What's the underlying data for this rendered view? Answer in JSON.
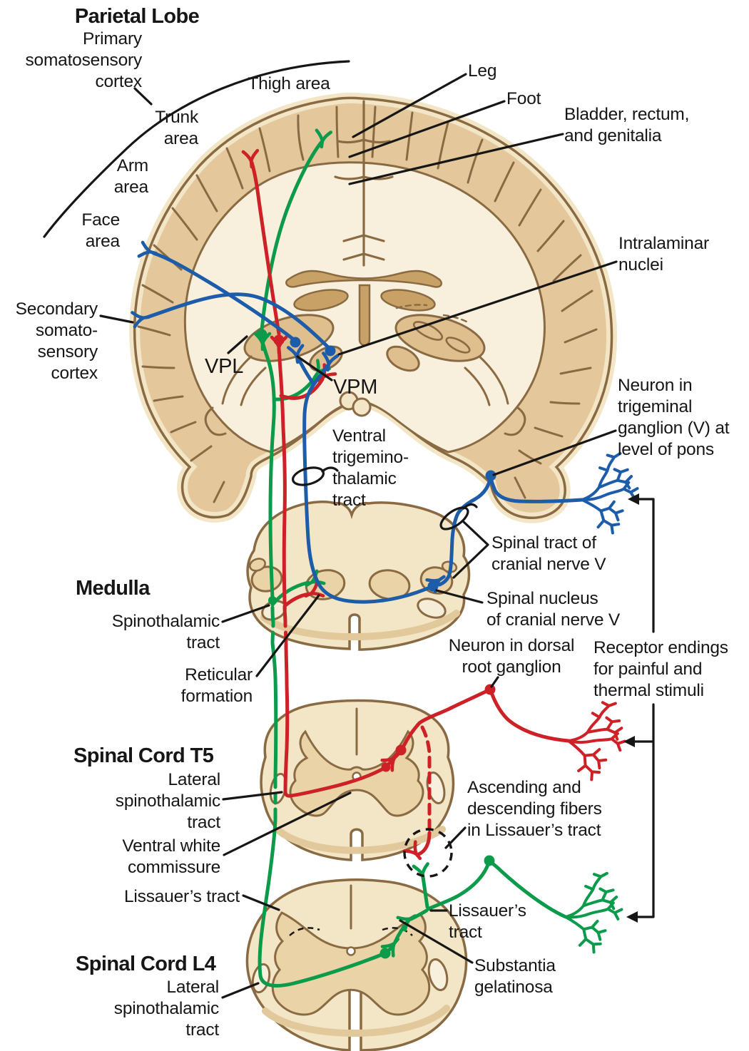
{
  "labels": {
    "parietal_lobe": "Parietal Lobe",
    "primary_somatosensory_cortex": "Primary\nsomatosensory\ncortex",
    "thigh_area": "Thigh area",
    "trunk_area": "Trunk\narea",
    "arm_area": "Arm\narea",
    "face_area": "Face\narea",
    "leg": "Leg",
    "foot": "Foot",
    "bladder_rectum_genitalia": "Bladder, rectum,\nand genitalia",
    "intralaminar_nuclei": "Intralaminar\nnuclei",
    "secondary_somatosensory_cortex": "Secondary\nsomato-\nsensory\ncortex",
    "vpl": "VPL",
    "vpm": "VPM",
    "ventral_trigeminothalamic_tract": "Ventral\ntrigemino-\nthalamic\ntract",
    "neuron_trigeminal_ganglion": "Neuron in\ntrigeminal\nganglion (V) at\nlevel of pons",
    "spinal_tract_cranial_nerve_v": "Spinal tract of\ncranial nerve V",
    "spinal_nucleus_cranial_nerve_v": "Spinal nucleus\nof cranial nerve V",
    "medulla": "Medulla",
    "spinothalamic_tract": "Spinothalamic\ntract",
    "reticular_formation": "Reticular\nformation",
    "neuron_dorsal_root_ganglion": "Neuron in dorsal\nroot ganglion",
    "receptor_endings": "Receptor endings\nfor painful and\nthermal stimuli",
    "ascending_descending_lissauer": "Ascending and\ndescending fibers\nin Lissauer’s tract",
    "spinal_cord_t5": "Spinal Cord T5",
    "lateral_spinothalamic_tract_t5": "Lateral\nspinothalamic\ntract",
    "ventral_white_commissure": "Ventral white\ncommissure",
    "lissauers_tract_left": "Lissauer’s tract",
    "spinal_cord_l4": "Spinal Cord L4",
    "lateral_spinothalamic_tract_l4": "Lateral\nspinothalamic\ntract",
    "lissauers_tract_right": "Lissauer’s\ntract",
    "substantia_gelatinosa": "Substantia\ngelatinosa"
  },
  "colors": {
    "red_pathway": "#ce2127",
    "green_pathway": "#0b9b4b",
    "blue_pathway": "#1d5ca9",
    "outline_brown": "#8a6a42",
    "cortex_tan": "#e4c89c",
    "brain_cream": "#f3e6c6",
    "white_matter": "#f8f0dc",
    "gray_matter": "#ead3a6",
    "nuclei_tan": "#e0bf8e",
    "dark_tan": "#c8a166",
    "leader_black": "#161616"
  }
}
